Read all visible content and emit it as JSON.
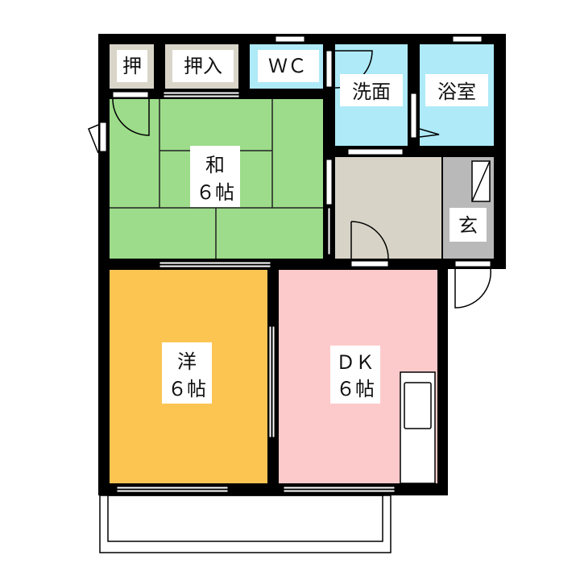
{
  "rooms": {
    "closet_small": {
      "label": "押",
      "color": "#d9d5c9"
    },
    "closet": {
      "label": "押入",
      "color": "#d9d5c9"
    },
    "wc": {
      "label": "ＷＣ",
      "color": "#aeeaf8"
    },
    "washroom": {
      "label": "洗面",
      "color": "#aeeaf8"
    },
    "bathroom": {
      "label": "浴室",
      "color": "#aeeaf8"
    },
    "japanese_room": {
      "label_line1": "和",
      "label_line2": "６帖",
      "color": "#9ddc8a"
    },
    "hall": {
      "color": "#d7d4c7"
    },
    "entrance": {
      "label": "玄",
      "color": "#b9b9b9"
    },
    "western_room": {
      "label_line1": "洋",
      "label_line2": "６帖",
      "color": "#fcc552"
    },
    "dining_kitchen": {
      "label_line1": "ＤＫ",
      "label_line2": "６帖",
      "color": "#fdcacb"
    }
  },
  "wall_color": "#000000"
}
